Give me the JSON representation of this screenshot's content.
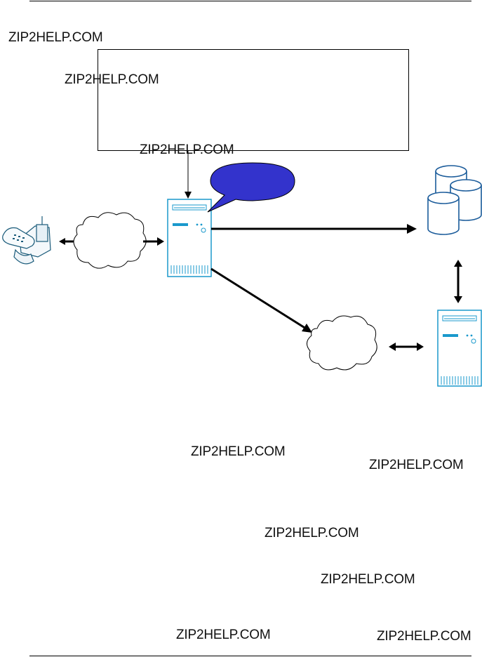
{
  "watermarks": [
    "ZIP2HELP.COM",
    "ZIP2HELP.COM",
    "ZIP2HELP.COM",
    "ZIP2HELP.COM",
    "ZIP2HELP.COM",
    "ZIP2HELP.COM",
    "ZIP2HELP.COM",
    "ZIP2HELP.COM",
    "ZIP2HELP.COM"
  ],
  "diagram": {
    "nodes": [
      "telephone-icon",
      "network-cloud-icon",
      "server-icon",
      "speech-bubble",
      "database-icon",
      "network-cloud-icon",
      "server-icon"
    ],
    "colors": {
      "bubble": "#3333cc",
      "server": "#1a99cc",
      "line": "#000000"
    }
  }
}
